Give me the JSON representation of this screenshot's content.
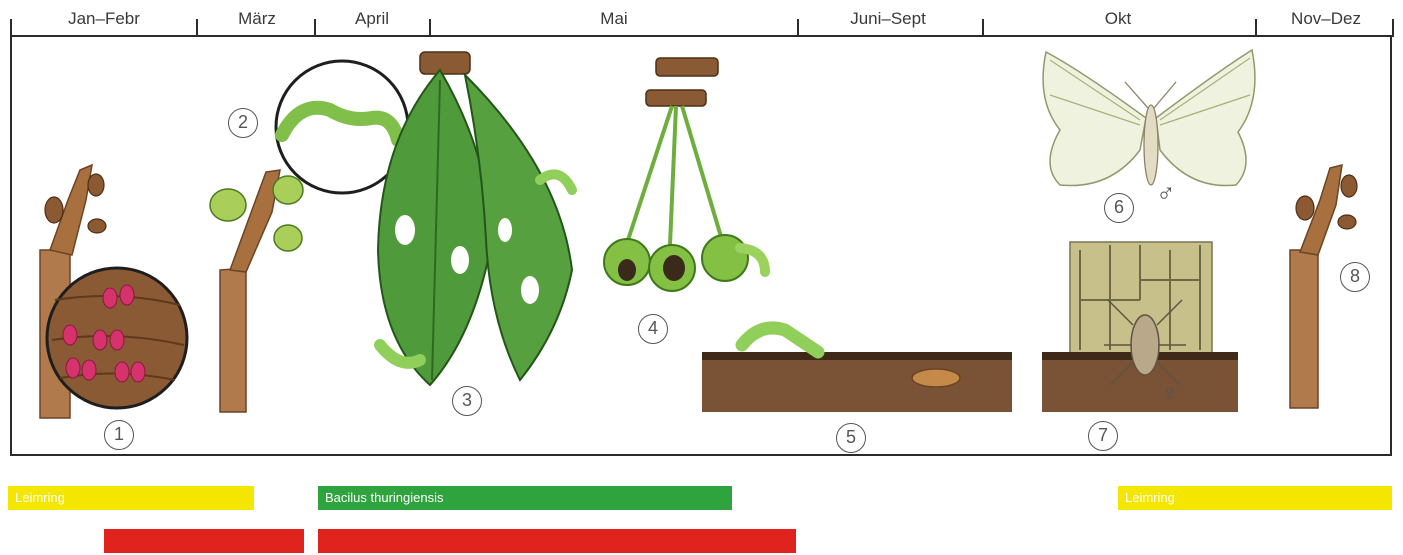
{
  "timeline": {
    "months": [
      "Jan–Febr",
      "März",
      "April",
      "Mai",
      "Juni–Sept",
      "Okt",
      "Nov–Dez"
    ]
  },
  "stages": [
    "1",
    "2",
    "3",
    "4",
    "5",
    "6",
    "7",
    "8"
  ],
  "sex_symbols": {
    "male": "♂",
    "female": "♀"
  },
  "treatments": {
    "leimring_1": "Leimring",
    "bacillus": "Bacilus thuringiensis",
    "leimring_2": "Leimring",
    "red_1": "",
    "red_2": ""
  },
  "colors": {
    "leimring": "#f5e600",
    "bacillus": "#2ea33e",
    "red": "#e0231c",
    "line": "#2b2b2b"
  }
}
